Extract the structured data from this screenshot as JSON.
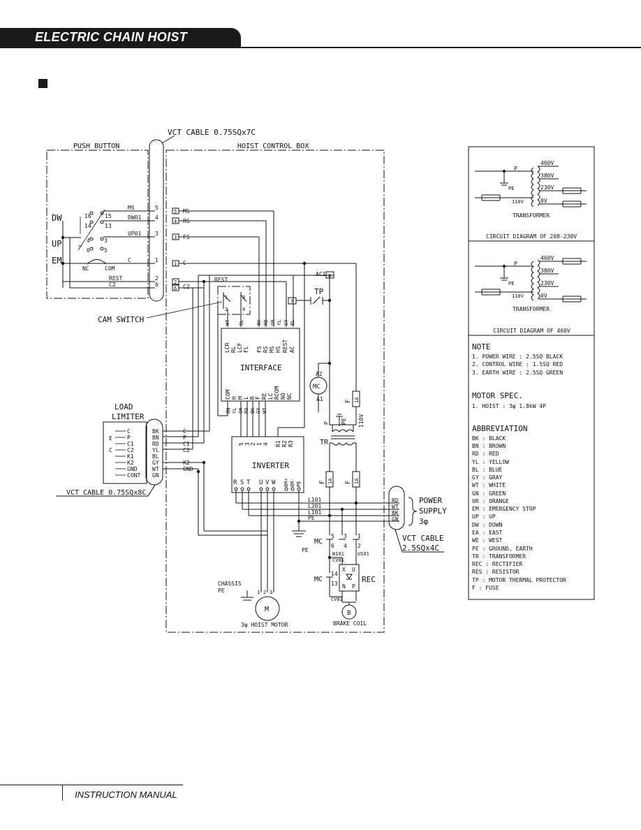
{
  "header": {
    "title": "ELECTRIC CHAIN HOIST"
  },
  "footer": {
    "text": "INSTRUCTION MANUAL"
  },
  "diagram": {
    "push_button": {
      "title": "PUSH BUTTON",
      "side_labels": [
        "DW",
        "UP",
        "EM"
      ],
      "contact_nums": [
        "16",
        "15",
        "14",
        "13",
        "4",
        "3",
        "6",
        "5"
      ],
      "nc": "NC",
      "com": "COM",
      "wire_labels": [
        "MS",
        "DW01",
        "UP01",
        "C",
        "REST",
        "C2"
      ]
    },
    "cable_top": "VCT CABLE 0.75SQx7C",
    "control_box": "HOIST CONTROL BOX",
    "core_nums": [
      "5",
      "4",
      "3",
      "1",
      "2",
      "6"
    ],
    "terminal_nums": [
      "5",
      "4",
      "3",
      "1",
      "2",
      "6",
      "7",
      "8"
    ],
    "terminal_labels": [
      "MS",
      "RS",
      "FS",
      "C"
    ],
    "rest": "REST",
    "c2": "C2",
    "ac1": "AC1",
    "cam_switch": "CAM SWITCH",
    "cam_nums": [
      "1",
      "3",
      "2",
      "4"
    ],
    "tp": "TP",
    "interface": {
      "title": "INTERFACE",
      "top_wire_colors": [
        "WT",
        "BL",
        "BK",
        "RD",
        "OR",
        "YL",
        "GY",
        "BL"
      ],
      "top_pins_left": [
        "LCR",
        "RL",
        "LCF",
        "FL"
      ],
      "top_pins_right": [
        "FS",
        "RS",
        "MS",
        "HS",
        "REST",
        "AC"
      ],
      "bottom_pins": [
        "COM",
        "H",
        "M",
        "L",
        "R",
        "F",
        "RE",
        "LC",
        "RCOM",
        "NO",
        "NC"
      ],
      "bottom_wire_colors": [
        "BN",
        "YL",
        "OR",
        "RD",
        "BK",
        "GY",
        "WT"
      ]
    },
    "inverter": {
      "title": "INVERTER",
      "top_pins": [
        "5",
        "3",
        "2",
        "1",
        "4",
        "R1",
        "R2",
        "R3"
      ],
      "bottom_pins": [
        "R",
        "S",
        "T",
        "U",
        "V",
        "W",
        "BR+",
        "BR-",
        "PE"
      ]
    },
    "load_limiter": {
      "title": [
        "LOAD",
        "LIMITER"
      ],
      "pins": [
        "C",
        "P",
        "C1",
        "C2",
        "K1",
        "K2",
        "GND",
        "CONT"
      ],
      "side_labels": [
        "E",
        "C"
      ],
      "colors": [
        "BK",
        "BN",
        "RD",
        "YL",
        "BL",
        "GY",
        "WT",
        "GN"
      ],
      "wire_labels": [
        "C",
        "P",
        "C1",
        "C2",
        "K2",
        "GND"
      ]
    },
    "cable_ll": "VCT CABLE 0.75SQx8C",
    "mc_coil": [
      "A2",
      "MC",
      "A1"
    ],
    "fuse": "F",
    "fuse_rating": "1A",
    "tr": "TR",
    "p": "P",
    "pe": "PE",
    "v110": "110V",
    "power_lines": [
      "L101",
      "L201",
      "L101",
      "PE"
    ],
    "power_colors": [
      "RD",
      "WT",
      "BK",
      "GN"
    ],
    "power_supply": [
      "POWER",
      "SUPPLY",
      "3φ"
    ],
    "cable_power": [
      "VCT CABLE",
      "2.5SQx4C"
    ],
    "mc_contacts": {
      "label": "MC",
      "nums_top": [
        "5",
        "3",
        "1"
      ],
      "nums_bottom": [
        "6",
        "4",
        "2"
      ],
      "lines": [
        "W101",
        "U101",
        "CV01"
      ],
      "aux_nums": [
        "14",
        "13"
      ],
      "cv02": "CV02"
    },
    "rec": {
      "label": "REC",
      "pins": [
        "X",
        "U",
        "N",
        "P"
      ]
    },
    "brake": {
      "symbol": "B",
      "label": "BRAKE COIL"
    },
    "motor": {
      "symbol": "M",
      "label": "3φ HOIST MOTOR",
      "chassis": [
        "CHASSIS",
        "PE"
      ],
      "terms": [
        "1",
        "2",
        "3"
      ]
    },
    "transformer_208": {
      "taps": [
        "460V",
        "380V",
        "230V",
        "0V"
      ],
      "p": "P",
      "pe": "PE",
      "v110": "110V",
      "label": "TRANSFORMER",
      "caption": "CIRCUIT DIAGRAM OF 208-230V"
    },
    "transformer_460": {
      "taps": [
        "460V",
        "380V",
        "230V",
        "0V"
      ],
      "p": "P",
      "pe": "PE",
      "v110": "110V",
      "label": "TRANSFORMER",
      "caption": "CIRCUIT DIAGRAM OF 460V"
    },
    "note": {
      "title": "NOTE",
      "items": [
        "1. POWER WIRE : 2.5SQ BLACK",
        "2. CONTROL WIRE : 1.5SQ RED",
        "3. EARTH WIRE : 2.5SQ GREEN"
      ]
    },
    "motor_spec": {
      "title": "MOTOR SPEC.",
      "items": [
        "1. HOIST : 3φ 1.8kW 4P"
      ]
    },
    "abbreviation": {
      "title": "ABBREVIATION",
      "items": [
        "BK : BLACK",
        "BN : BROWN",
        "RD : RED",
        "YL : YELLOW",
        "BL : BLUE",
        "GY : GRAY",
        "WT : WHITE",
        "GN : GREEN",
        "OR : ORANGE",
        "EM : EMERGENCY STOP",
        "UP : UP",
        "DW : DOWN",
        "EA : EAST",
        "WE : WEST",
        "PE : GROUND, EARTH",
        "TR : TRANSFORMER",
        "REC : RECTIFIER",
        "RES : RESISTOR",
        "TP : MOTOR THERMAL PROTECTOR",
        "F : FUSE"
      ]
    }
  }
}
